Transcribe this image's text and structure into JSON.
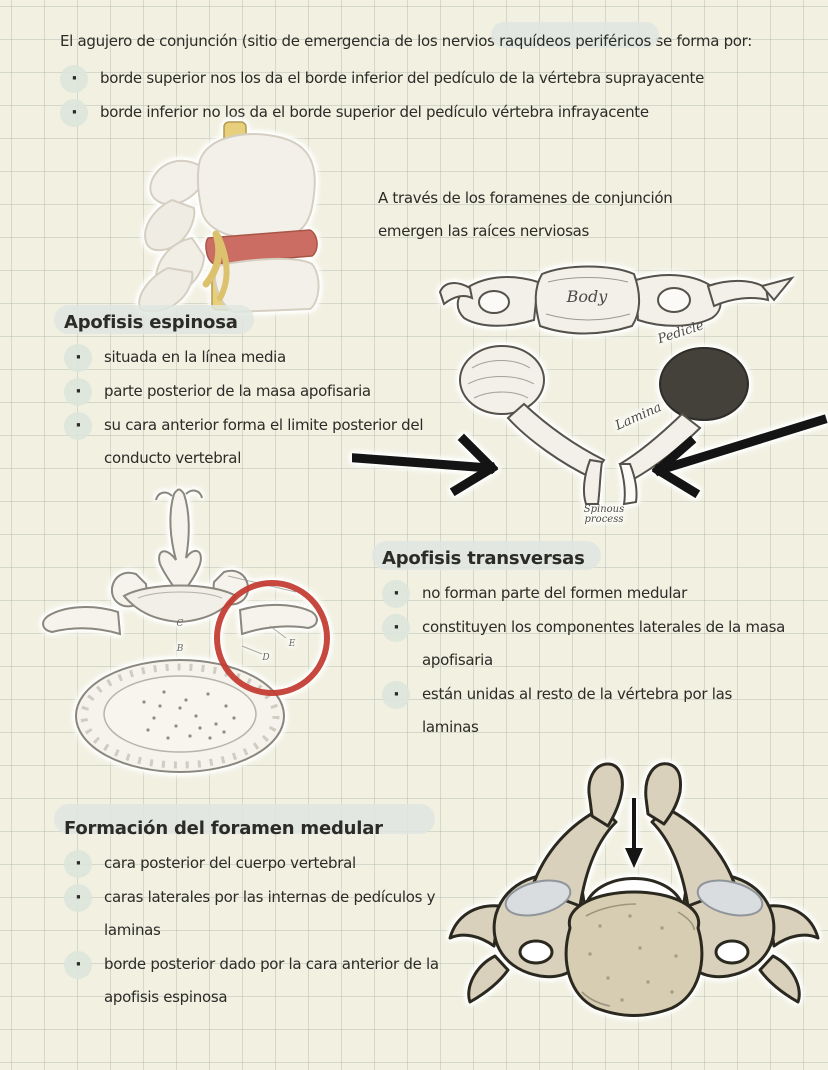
{
  "page": {
    "type": "handwritten-study-notes",
    "language": "es",
    "background_color": "#f1f0e1",
    "grid_color": "#d2d5ca",
    "highlight_color": "#dfe6e1",
    "ink_color": "#2c2b27"
  },
  "intro": {
    "line1_pre": "El agujero de conjunción (sitio de emergencia de los nervios ",
    "line1_highlight": "raquídeos periféricos",
    "line1_post": " se forma por:",
    "bullets": [
      "borde superior nos los da el borde inferior del pedículo de la vértebra suprayacente",
      "borde inferior no los da el borde superior del pedículo vértebra infrayacente"
    ]
  },
  "note_foramenes": {
    "line1": "A través de los foramenes de conjunción",
    "line2": "emergen las raíces nerviosas"
  },
  "sections": {
    "espinosa": {
      "title": "Apofisis espinosa",
      "bullets": [
        "situada en la línea media",
        "parte posterior de la masa apofisaria",
        "su cara anterior forma el limite posterior del conducto vertebral"
      ]
    },
    "transversas": {
      "title": "Apofisis transversas",
      "bullets": [
        "no forman parte del formen medular",
        "constituyen los componentes laterales de la masa apofisaria",
        "están unidas al resto de la vértebra por las laminas"
      ]
    },
    "foramen": {
      "title": "Formación del foramen medular",
      "bullets": [
        "cara posterior del cuerpo vertebral",
        "caras laterales por las internas de pedículos y laminas",
        "borde posterior dado por la cara anterior de la apofisis espinosa"
      ]
    }
  },
  "figures": {
    "vertebrae_3d": {
      "description": "3D render of two stacked vertebrae with intervertebral disc and yellow nerve roots",
      "disc_color": "#cb6d62",
      "nerve_color": "#ddc26e"
    },
    "engraving_cervical": {
      "description": "Engraving of cervical vertebra, superior view, two black arrows pointing to spinous process",
      "labels": {
        "body": "Body",
        "pedicle": "Pedicle",
        "lamina": "Lamina",
        "spinous_1": "Spinous",
        "spinous_2": "process"
      }
    },
    "engraving_lumbar": {
      "description": "Engraving of lumbar vertebra, superior view, transverse process circled in red",
      "circle_color": "#c2382f",
      "letters": {
        "c": "C",
        "b": "B",
        "e": "E",
        "d": "D"
      }
    },
    "cartoon_cervical": {
      "description": "Illustration of cervical vertebra, superior view, black arrow pointing into vertebral foramen"
    }
  }
}
